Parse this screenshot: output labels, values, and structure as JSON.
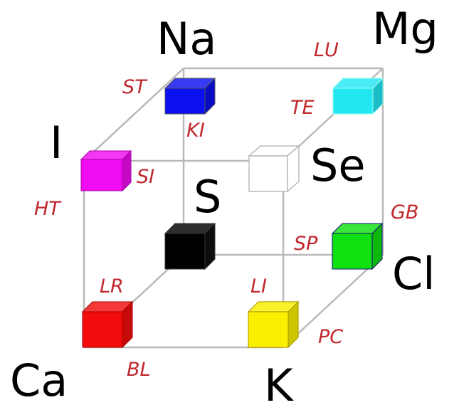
{
  "elements": {
    "Na": "Na",
    "Mg": "Mg",
    "I": "I",
    "Se": "Se",
    "S": "S",
    "Cl": "Cl",
    "Ca": "Ca",
    "K": "K"
  },
  "edges": {
    "ST": "ST",
    "LU": "LU",
    "TE": "TE",
    "KI": "KI",
    "SI": "SI",
    "HT": "HT",
    "GB": "GB",
    "SP": "SP",
    "LR": "LR",
    "LI": "LI",
    "PC": "PC",
    "BL": "BL"
  },
  "colors": {
    "blue": "#0a10f0",
    "cyan": "#22e6f2",
    "magenta": "#f00cf0",
    "white": "#ffffff",
    "black": "#000000",
    "green": "#10e010",
    "red": "#f20c0c",
    "yellow": "#f8f000",
    "label_red": "#c1272d",
    "edge_gray": "#b9b9b9"
  }
}
